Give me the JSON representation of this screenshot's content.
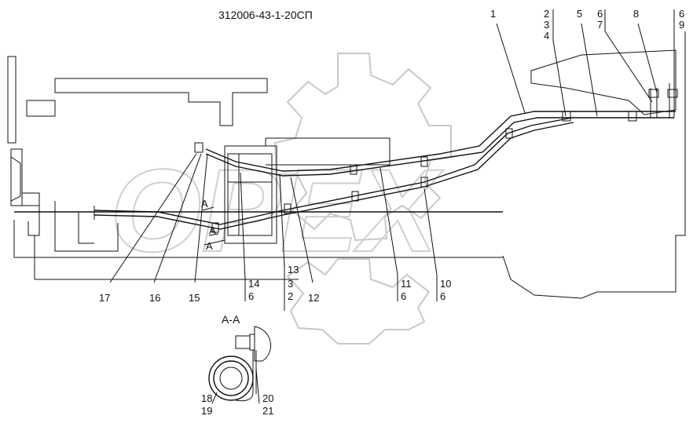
{
  "drawing_number": "312006-43-1-20СП",
  "watermark": "OPEX",
  "section_label": "А-А",
  "section_marker": "А",
  "callouts": {
    "c1": "1",
    "c234": [
      "2",
      "3",
      "4"
    ],
    "c5": "5",
    "c67": [
      "6",
      "7"
    ],
    "c8": "8",
    "c69": [
      "6",
      "9"
    ],
    "c17": "17",
    "c16": "16",
    "c15": "15",
    "c146": [
      "14",
      "6"
    ],
    "c1332": [
      "13",
      "3",
      "2"
    ],
    "c12": "12",
    "c116": [
      "11",
      "6"
    ],
    "c106": [
      "10",
      "6"
    ],
    "c1819": [
      "18",
      "19"
    ],
    "c2021": [
      "20",
      "21"
    ]
  }
}
